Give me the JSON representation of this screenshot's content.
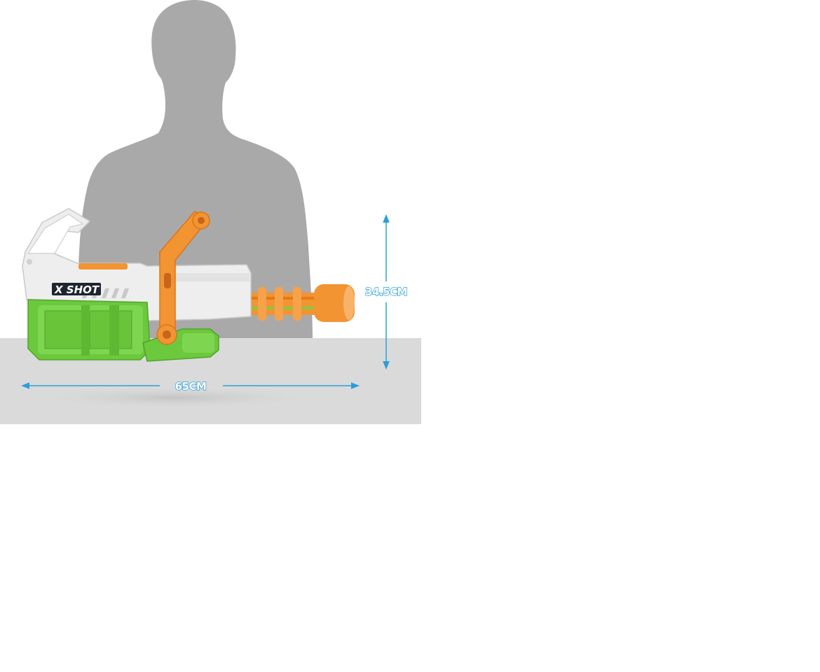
{
  "product": {
    "brand_logo": "X SHOT",
    "image": "toy-water-blaster-size-comparison",
    "silhouette": "person-silhouette"
  },
  "dimensions": {
    "height_label": "34.5CM",
    "width_label": "65CM"
  },
  "colors": {
    "silhouette": "#a9a9a9",
    "table": "#dadada",
    "body_white": "#efefef",
    "green": "#6cc83c",
    "orange": "#f39432",
    "measure_line": "#2a9fd8"
  }
}
